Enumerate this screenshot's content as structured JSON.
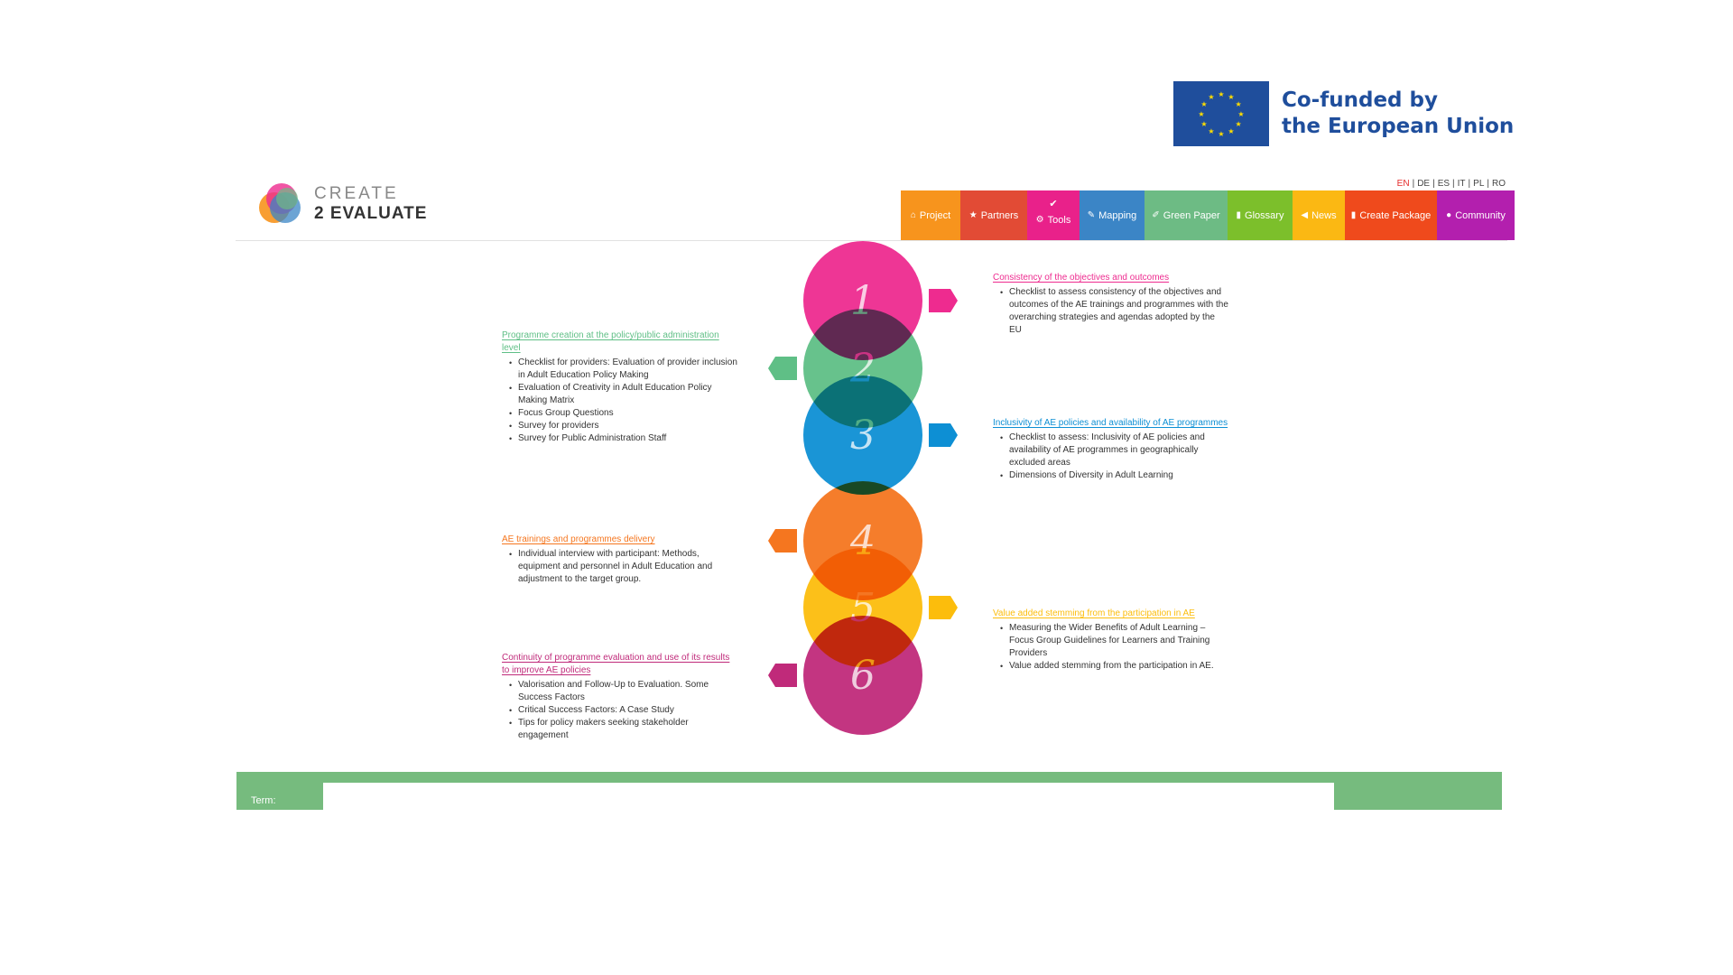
{
  "eu": {
    "line1": "Co-funded by",
    "line2": "the European Union"
  },
  "brand": {
    "line1": "CREATE",
    "line2": "2 EVALUATE"
  },
  "languages": [
    {
      "label": "EN",
      "active": true
    },
    {
      "label": "DE",
      "active": false
    },
    {
      "label": "ES",
      "active": false
    },
    {
      "label": "IT",
      "active": false
    },
    {
      "label": "PL",
      "active": false
    },
    {
      "label": "RO",
      "active": false
    }
  ],
  "nav": [
    {
      "label": "Project",
      "icon": "home-icon",
      "color": "#f7941d"
    },
    {
      "label": "Partners",
      "icon": "star-icon",
      "color": "#e24b35"
    },
    {
      "label": "Tools",
      "icon": "gear-icon",
      "color": "#e9218a",
      "active": true
    },
    {
      "label": "Mapping",
      "icon": "map-icon",
      "color": "#3b85c6"
    },
    {
      "label": "Green Paper",
      "icon": "leaf-icon",
      "color": "#6dbb84"
    },
    {
      "label": "Glossary",
      "icon": "book-icon",
      "color": "#7cbf2b"
    },
    {
      "label": "News",
      "icon": "megaphone-icon",
      "color": "#fbb813"
    },
    {
      "label": "Create Package",
      "icon": "bookmark-icon",
      "color": "#ef4a1c"
    },
    {
      "label": "Community",
      "icon": "people-icon",
      "color": "#b31fae"
    }
  ],
  "steps": [
    {
      "number": "1",
      "color": "#ee2b8f",
      "side": "right",
      "title": "Consistency of the objectives and outcomes",
      "items": [
        "Checklist to assess consistency of the objectives and outcomes of the AE trainings and programmes with the overarching strategies and agendas adopted by the EU"
      ]
    },
    {
      "number": "2",
      "color": "#5fbf86",
      "side": "left",
      "title": "Programme creation at the policy/public administration level",
      "items": [
        "Checklist for providers: Evaluation of provider inclusion in Adult Education Policy Making",
        "Evaluation of Creativity in Adult Education Policy Making Matrix",
        "Focus Group Questions",
        "Survey for providers",
        "Survey for Public Administration Staff"
      ]
    },
    {
      "number": "3",
      "color": "#0d8fd4",
      "side": "right",
      "title": "Inclusivity of AE policies and availability of AE programmes",
      "items": [
        "Checklist to assess: Inclusivity of AE policies and availability of AE programmes in geographically excluded areas",
        "Dimensions of Diversity in Adult Learning"
      ]
    },
    {
      "number": "4",
      "color": "#f5761f",
      "side": "left",
      "title": "AE trainings and programmes delivery",
      "items": [
        "Individual interview with participant: Methods, equipment and personnel in Adult Education and adjustment to the target group."
      ]
    },
    {
      "number": "5",
      "color": "#fcbd0c",
      "side": "right",
      "title": "Value added stemming from the participation in AE",
      "items": [
        "Measuring the Wider Benefits of Adult Learning – Focus Group Guidelines for Learners and Training Providers",
        "Value added stemming from the participation in AE."
      ]
    },
    {
      "number": "6",
      "color": "#c02a7a",
      "side": "left",
      "title": "Continuity of programme evaluation and use of its results to improve AE policies",
      "items": [
        "Valorisation and Follow-Up to Evaluation. Some Success Factors",
        "Critical Success Factors: A Case Study",
        "Tips for policy makers seeking stakeholder engagement"
      ]
    }
  ],
  "term": {
    "label": "Term:",
    "value": ""
  }
}
